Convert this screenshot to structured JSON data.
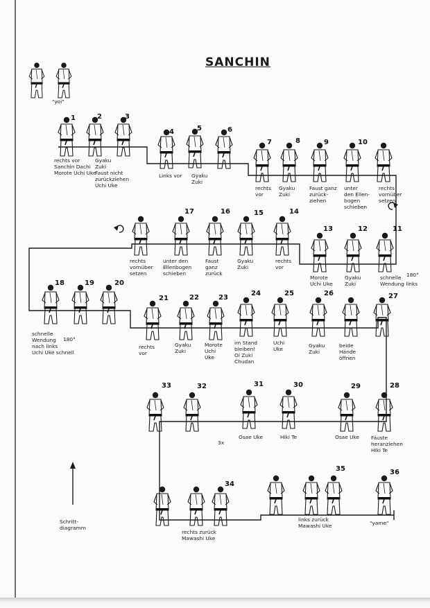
{
  "title": "SANCHIN",
  "yoi_label": "\"yoi\"",
  "step_numbers": [
    "1",
    "2",
    "3",
    "4",
    "5",
    "6",
    "7",
    "8",
    "9",
    "10",
    "11",
    "12",
    "13",
    "14",
    "15",
    "16",
    "17",
    "18",
    "19",
    "20",
    "21",
    "22",
    "23",
    "24",
    "25",
    "26",
    "27",
    "28",
    "29",
    "30",
    "31",
    "32",
    "33",
    "34",
    "35",
    "36"
  ],
  "captions": {
    "c1": "rechts vor\nSanchin Dachi\nMorote Uchi Uke",
    "c2": "Gyaku\nZuki\nFaust nicht\nzurückziehen\nUchi Uke",
    "c4": "Links vor",
    "c5": "Gyaku\nZuki",
    "c7": "rechts\nvor",
    "c8": "Gyaku\nZuki",
    "c9": "Faust ganz\nzurück-\nziehen",
    "c10": "unter\nden Ellen-\nbogen\nschieben",
    "c11a": "rechts\nvornüber\nsetzen",
    "c11b": "schnelle\nWendung links",
    "deg_11": "180°",
    "c12": "Gyaku\nZuki",
    "c13": "Morote\nUchi Uke",
    "c14": "rechts\nvor",
    "c15": "Gyaku\nZuki",
    "c16": "Faust\nganz\nzurück",
    "c17": "unter den\nEllenbogen\nschieben",
    "c17b": "rechts\nvornüber\nsetzen",
    "c18": "schnelle\nWendung\nnach links\nUchi Uke schnell",
    "deg_18": "180°",
    "c21": "rechts\nvor",
    "c22": "Gyaku\nZuki",
    "c23": "Morote\nUchi\nUke",
    "c24": "im Stand\nbleiben!\nOi Zuki\nChudan",
    "c25": "Uchi\nUke",
    "c26": "Gyaku\nZuki",
    "c27": "beide\nHände\nöffnen",
    "c28": "Fäuste\nheranziehen\nHiki Te",
    "c29": "Osae Uke",
    "c30": "Hiki Te",
    "c31": "Osae Uke",
    "c31x": "3x",
    "c34": "rechts zurück\nMawashi Uke",
    "c35": "links zurück\nMawashi Uke",
    "c36": "\"yame\"",
    "legend": "Schritt-\ndiagramm"
  },
  "colors": {
    "ink": "#1a1a1a",
    "paper": "#fbfbf9",
    "belt": "#111111"
  }
}
